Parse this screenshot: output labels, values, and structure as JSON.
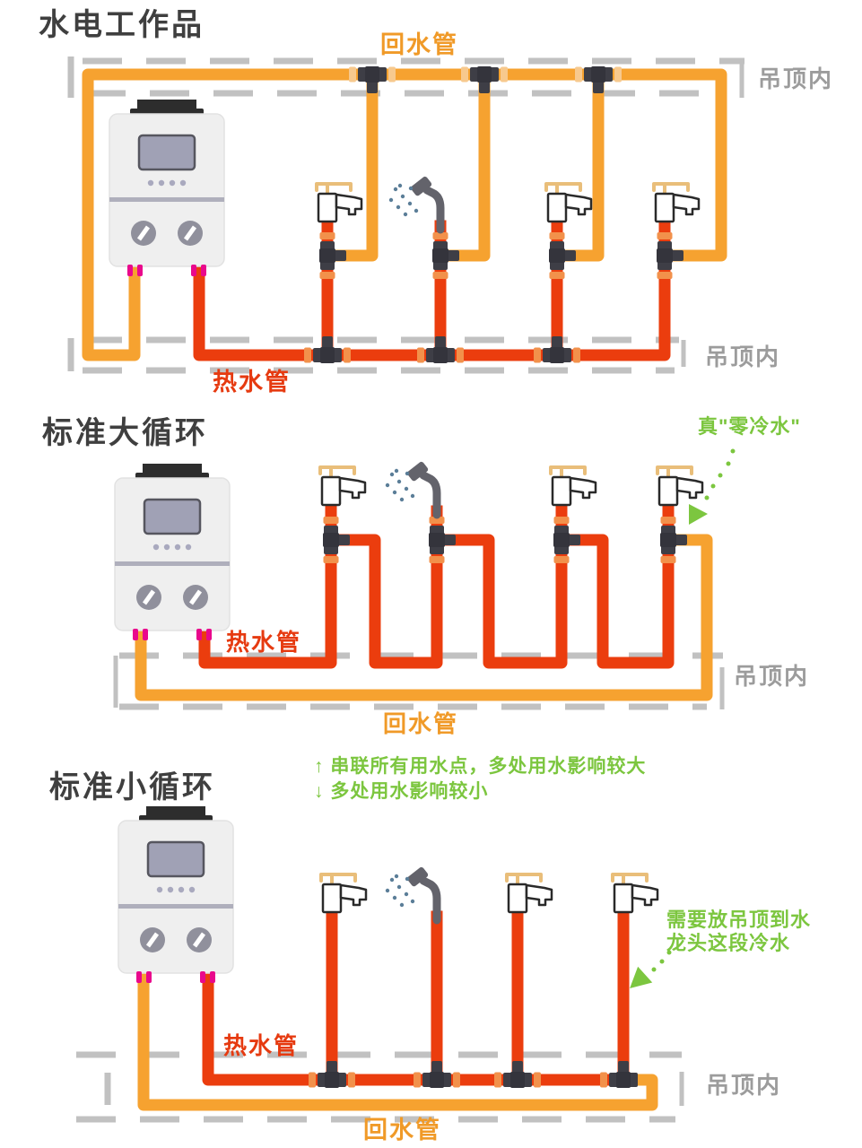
{
  "colors": {
    "hot_pipe": "#EB3D0E",
    "return_pipe": "#F6A230",
    "fitting_dark": "#3E3E46",
    "ceiling_dash": "#C1C1C1",
    "label_gray": "#9C9C9C",
    "label_red": "#E63A10",
    "label_orange": "#F09A28",
    "label_green": "#7CC63F",
    "heater_body": "#EFEFEF",
    "nipple_pink": "#E9088C"
  },
  "sections": {
    "s1": {
      "title": "水电工作品",
      "return_label": "回水管",
      "hot_label": "热水管",
      "ceiling_top": "吊顶内",
      "ceiling_bottom": "吊顶内"
    },
    "s2": {
      "title": "标准大循环",
      "zero_cold": "真\"零冷水\"",
      "hot_label": "热水管",
      "ceiling": "吊顶内",
      "return_label": "回水管",
      "note_series": "↑ 串联所有用水点，多处用水影响较大",
      "note_parallel": "↓ 多处用水影响较小"
    },
    "s3": {
      "title": "标准小循环",
      "cold_note_line1": "需要放吊顶到水",
      "cold_note_line2": "龙头这段冷水",
      "hot_label": "热水管",
      "ceiling": "吊顶内",
      "return_label": "回水管"
    }
  }
}
